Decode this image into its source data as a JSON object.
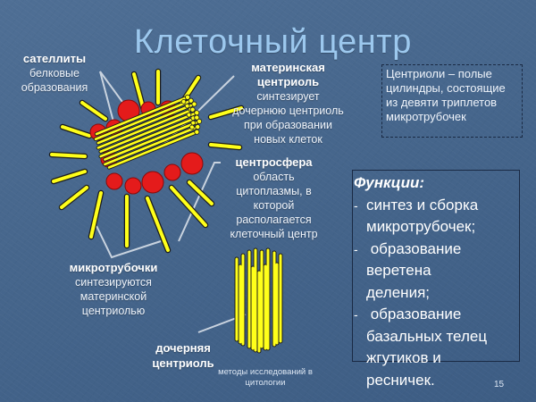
{
  "slide": {
    "title": "Клеточный центр",
    "page_number": "15",
    "footer": [
      "методы исследований в",
      "цитологии"
    ],
    "colors": {
      "background": "#46668c",
      "title": "#9cc8ee",
      "microtubule": "#ffff1a",
      "satellite": "#e41b1b"
    }
  },
  "labels": {
    "satellites": {
      "term": "сателлиты",
      "desc": [
        "белковые",
        "образования"
      ]
    },
    "mother_centriole": {
      "term": [
        "материнская",
        "центриоль"
      ],
      "desc": [
        "синтезирует",
        "дочернюю центриоль",
        "при образовании",
        "новых клеток"
      ]
    },
    "centrosphere": {
      "term": "центросфера",
      "desc": [
        "область",
        "цитоплазмы, в",
        "которой",
        "располагается",
        "клеточный центр"
      ]
    },
    "microtubules": {
      "term": "микротрубочки",
      "desc": [
        "синтезируются",
        "материнской",
        "центриолью"
      ]
    },
    "daughter_centriole": {
      "term": [
        "дочерняя",
        "центриоль"
      ]
    }
  },
  "definition_box": {
    "lines": [
      "Центриоли – полые",
      "цилиндры, состоящие",
      "из девяти триплетов",
      "микротрубочек"
    ]
  },
  "functions_box": {
    "heading": "Функции:",
    "items": [
      {
        "dash": "-",
        "lines": [
          "синтез и сборка",
          "микротрубочек;"
        ]
      },
      {
        "dash": "-",
        "lines": [
          " образование",
          "веретена",
          "деления;"
        ]
      },
      {
        "dash": "-",
        "lines": [
          " образование",
          "базальных телец",
          "жгутиков и",
          "ресничек."
        ]
      }
    ]
  }
}
